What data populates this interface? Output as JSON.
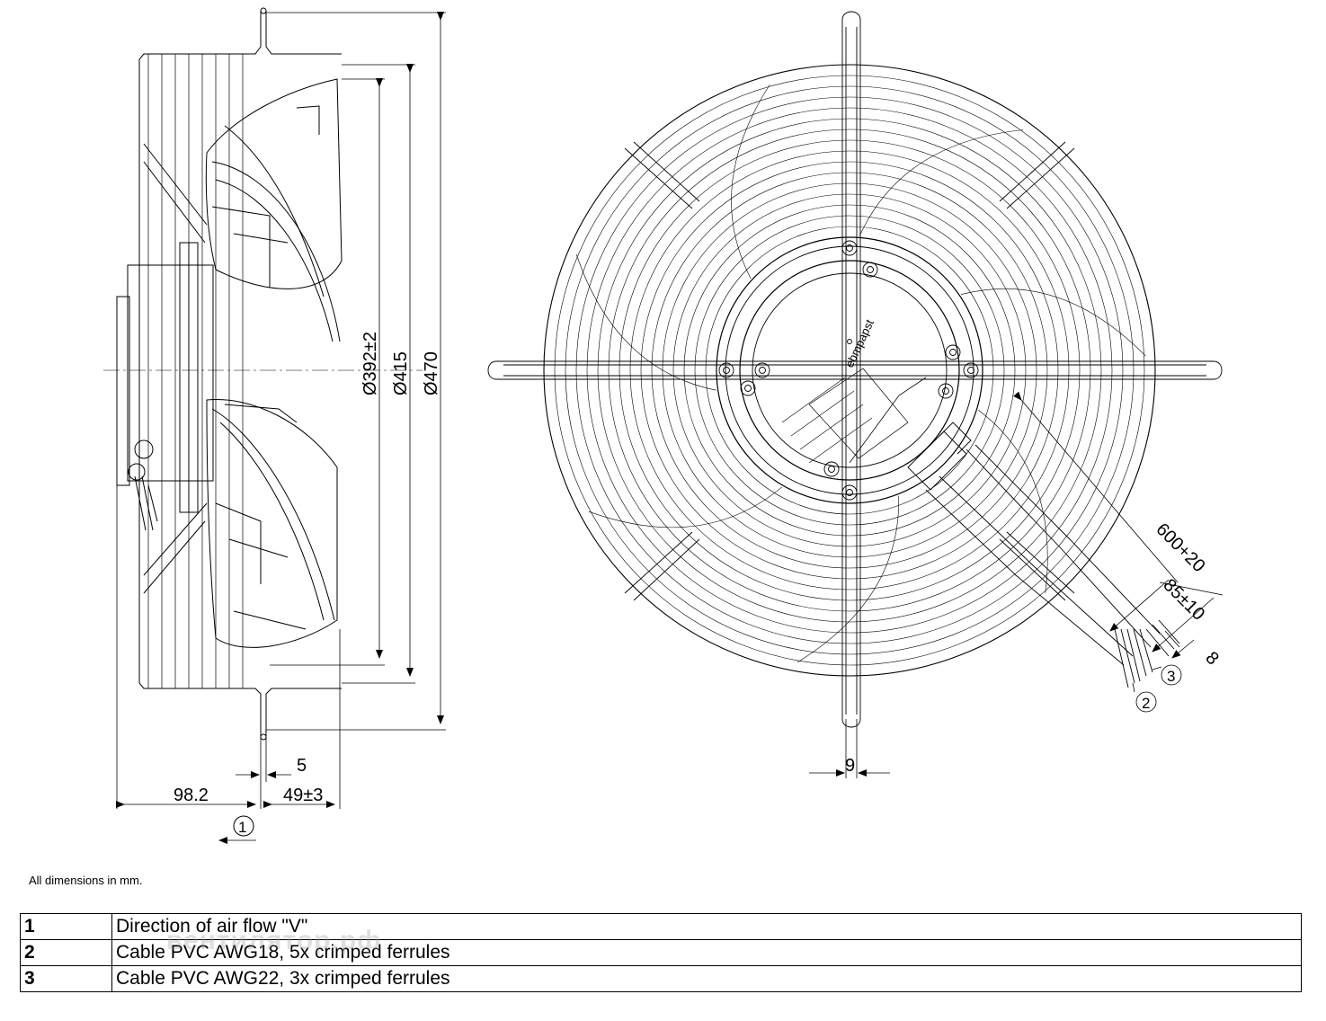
{
  "side_view": {
    "dim_d392": "Ø392±2",
    "dim_d415": "Ø415",
    "dim_d470": "Ø470",
    "dim_5": "5",
    "dim_98_2": "98.2",
    "dim_49": "49±3",
    "callout_1": "1"
  },
  "front_view": {
    "dim_600": "600+20",
    "dim_85": "85±10",
    "dim_8": "8",
    "dim_9": "9",
    "callout_2": "2",
    "callout_3": "3",
    "brand": "ebmpapst"
  },
  "note": "All dimensions in mm.",
  "legend": [
    {
      "num": "1",
      "text": "Direction of air flow \"V\""
    },
    {
      "num": "2",
      "text": "Cable PVC AWG18, 5x crimped ferrules"
    },
    {
      "num": "3",
      "text": "Cable PVC AWG22, 3x crimped ferrules"
    }
  ],
  "watermark": "вентилятор.рф"
}
